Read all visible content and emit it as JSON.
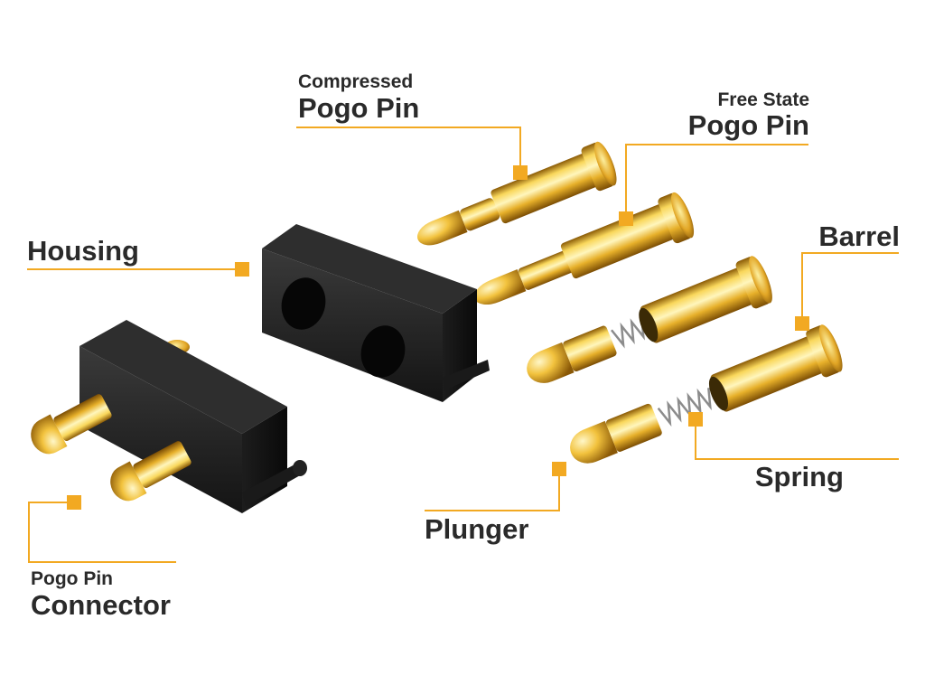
{
  "accent_color": "#f2a922",
  "labels": {
    "compressed_small": "Compressed",
    "compressed_large": "Pogo Pin",
    "free_small": "Free State",
    "free_large": "Pogo Pin",
    "housing": "Housing",
    "barrel": "Barrel",
    "spring": "Spring",
    "plunger": "Plunger",
    "connector_small": "Pogo Pin",
    "connector_large": "Connector"
  }
}
